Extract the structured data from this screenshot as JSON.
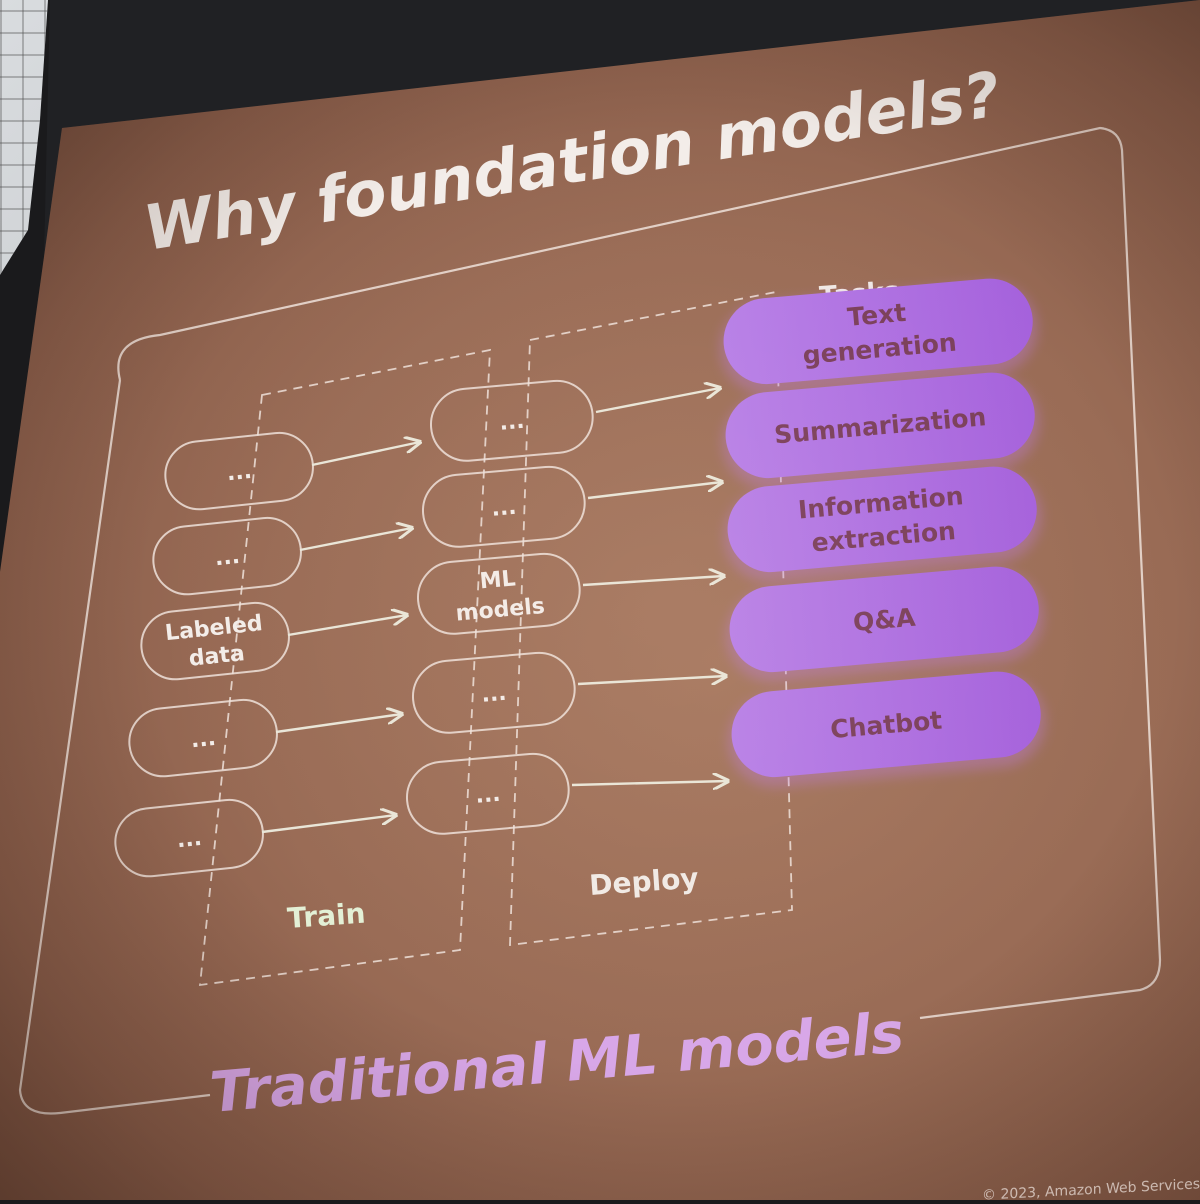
{
  "slide": {
    "title": "Why foundation models?",
    "footer_label": "Traditional ML models",
    "copyright": "© 2023, Amazon Web Services"
  },
  "diagram": {
    "tasks_header": "Tasks",
    "train_label": "Train",
    "deploy_label": "Deploy",
    "input_nodes": [
      "...",
      "...",
      "Labeled data",
      "...",
      "..."
    ],
    "model_nodes": [
      "...",
      "...",
      "ML models",
      "...",
      "..."
    ],
    "tasks": [
      "Text generation",
      "Summarization",
      "Information extraction",
      "Q&A",
      "Chatbot"
    ]
  },
  "colors": {
    "slide_background": "#9a6b55",
    "task_pill": "#b06fe0",
    "task_text": "#7a3f5a",
    "outline": "#efe2da",
    "title_text": "#f3ede9",
    "footer_text": "#d8a7e8"
  }
}
